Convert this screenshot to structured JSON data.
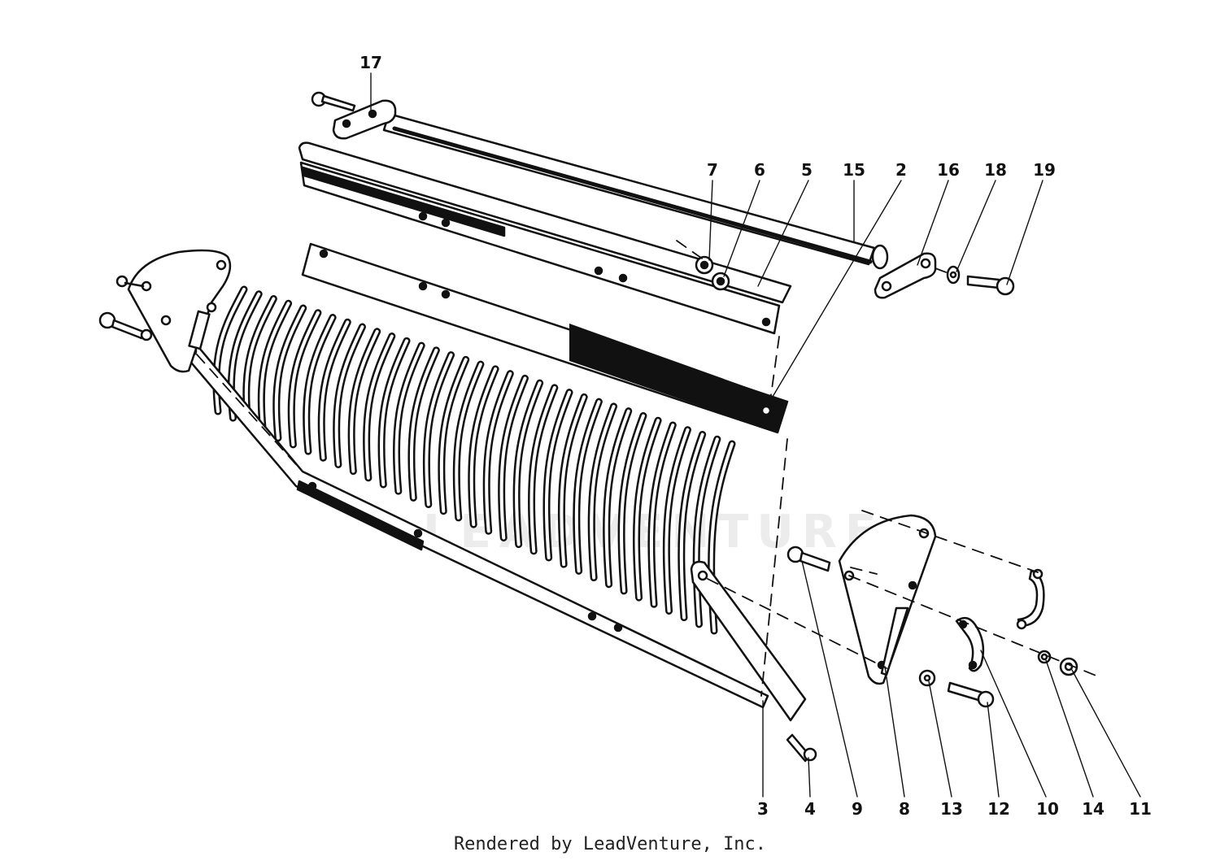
{
  "diagram": {
    "callouts": [
      "17",
      "7",
      "6",
      "5",
      "15",
      "2",
      "16",
      "18",
      "19",
      "3",
      "4",
      "9",
      "8",
      "13",
      "12",
      "10",
      "14",
      "11"
    ]
  },
  "watermark": "LEADVENTURE",
  "footer": "Rendered by LeadVenture, Inc."
}
